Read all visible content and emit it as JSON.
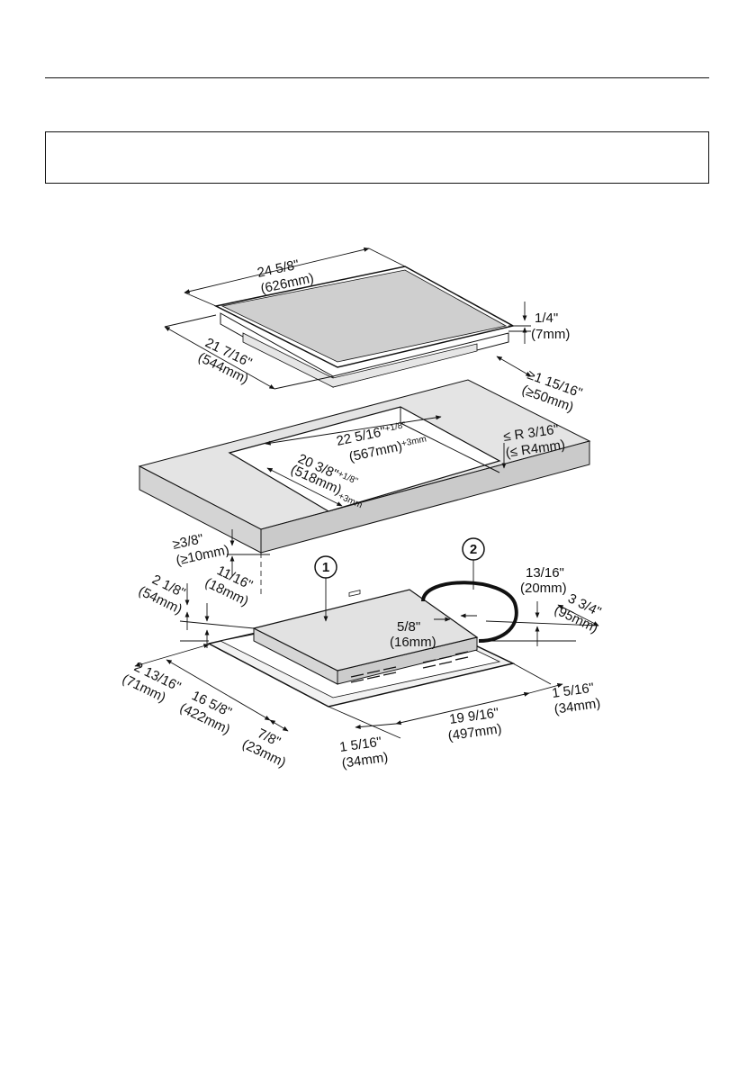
{
  "diagram": {
    "labels": {
      "cooktop_width_in": "24 5/8\"",
      "cooktop_width_mm": "(626mm)",
      "cooktop_depth_in": "21 7/16\"",
      "cooktop_depth_mm": "(544mm)",
      "cooktop_thickness_in": "1/4\"",
      "cooktop_thickness_mm": "(7mm)",
      "rear_clearance_in": "≥1 15/16\"",
      "rear_clearance_mm": "(≥50mm)",
      "corner_radius_in": "≤ R 3/16\"",
      "corner_radius_mm": "(≤ R4mm)",
      "cutout_width_in": "22 5/16\"",
      "cutout_width_in_tol": "+1/8\"",
      "cutout_width_mm": "(567mm)",
      "cutout_width_mm_tol": "+3mm",
      "cutout_depth_in": "20 3/8\"",
      "cutout_depth_in_tol": "+1/8\"",
      "cutout_depth_mm": "(518mm)",
      "cutout_depth_mm_tol": "+3mm",
      "front_clearance_in": "≥3/8\"",
      "front_clearance_mm": "(≥10mm)",
      "height_total_in": "2 1/8\"",
      "height_total_mm": "(54mm)",
      "height_frame_in": "11/16\"",
      "height_frame_mm": "(18mm)",
      "callout_1": "1",
      "callout_2": "2",
      "top_offset_in": "13/16\"",
      "top_offset_mm": "(20mm)",
      "side_depth_in": "3 3/4\"",
      "side_depth_mm": "(95mm)",
      "conn_offset_in": "5/8\"",
      "conn_offset_mm": "(16mm)",
      "front_offset_in": "2 13/16\"",
      "front_offset_mm": "(71mm)",
      "housing_depth_in": "16 5/8\"",
      "housing_depth_mm": "(422mm)",
      "rear_offset_in": "7/8\"",
      "rear_offset_mm": "(23mm)",
      "housing_width_in": "19 9/16\"",
      "housing_width_mm": "(497mm)",
      "left_offset_in": "1 5/16\"",
      "left_offset_mm": "(34mm)",
      "right_offset_in": "1 5/16\"",
      "right_offset_mm": "(34mm)"
    }
  }
}
